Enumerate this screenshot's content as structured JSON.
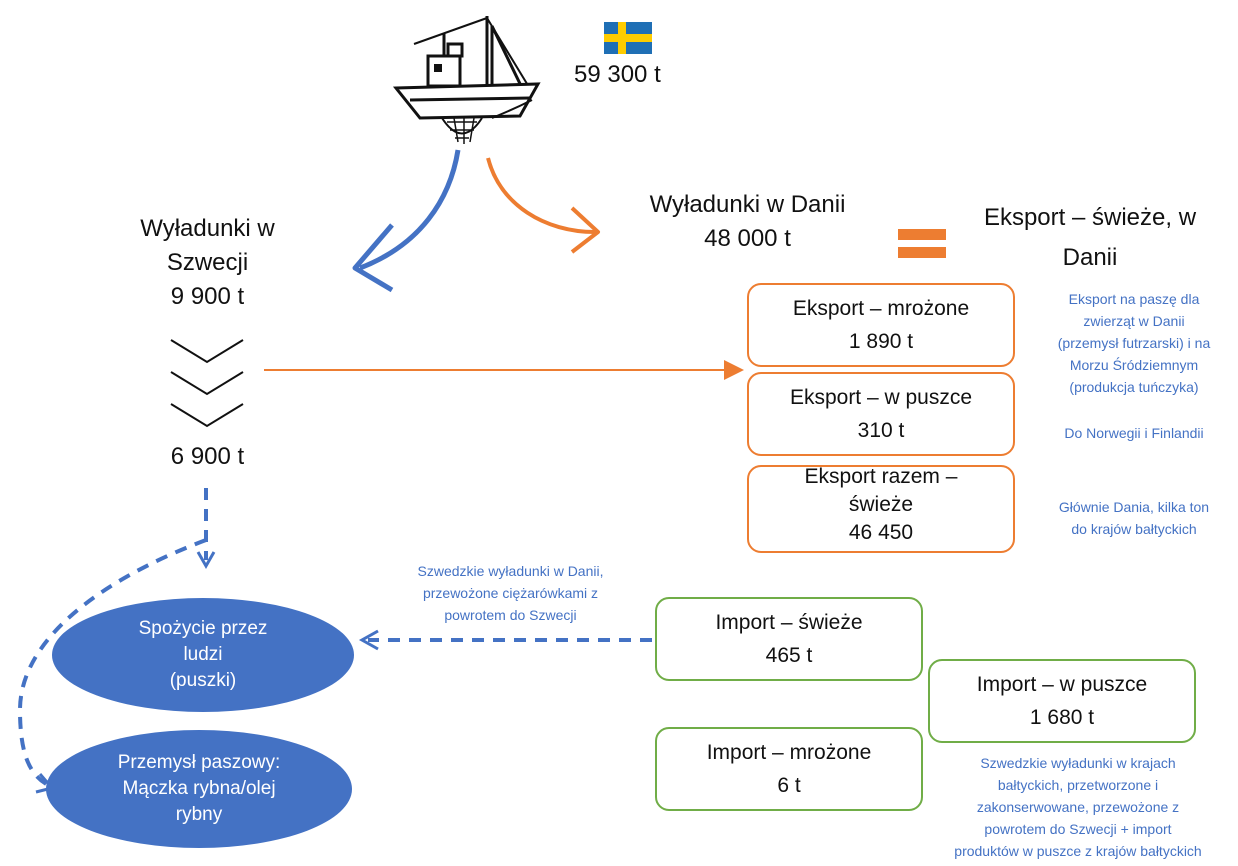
{
  "sweden": {
    "total": "59 300 t",
    "flag_colors": {
      "blue": "#1F6FB5",
      "yellow": "#FECC00"
    }
  },
  "landings_sweden": {
    "lines": [
      "Wyładunki w",
      "Szwecji",
      "9 900 t"
    ],
    "after": "6 900 t"
  },
  "landings_denmark": {
    "lines": [
      "Wyładunki w Danii",
      "48 000 t"
    ]
  },
  "export_fresh_denmark": {
    "lines": [
      "Eksport – świeże, w",
      "Danii"
    ]
  },
  "export_boxes": [
    {
      "lines": [
        "Eksport – mrożone",
        "1 890 t"
      ],
      "note": [
        "Eksport na paszę dla",
        "zwierząt w Danii",
        "(przemysł futrzarski) i na",
        "Morzu Śródziemnym",
        "(produkcja tuńczyka)"
      ]
    },
    {
      "lines": [
        "Eksport – w puszce",
        "310 t"
      ],
      "note": [
        "Do Norwegii i Finlandii"
      ]
    },
    {
      "lines": [
        "Eksport razem –",
        "świeże",
        "46 450"
      ],
      "note": [
        "Głównie Dania, kilka ton",
        "do krajów bałtyckich"
      ]
    }
  ],
  "import_boxes": [
    {
      "lines": [
        "Import – świeże",
        "465 t"
      ]
    },
    {
      "lines": [
        "Import – w puszce",
        "1 680 t"
      ]
    },
    {
      "lines": [
        "Import – mrożone",
        "6 t"
      ]
    }
  ],
  "truck_note": [
    "Szwedzkie wyładunki w Danii,",
    "przewożone ciężarówkami z",
    "powrotem do Szwecji"
  ],
  "baltic_note": [
    "Szwedzkie wyładunki w krajach",
    "bałtyckich, przetworzone i",
    "zakonserwowane, przewożone z",
    "powrotem do Szwecji + import",
    "produktów w puszce z krajów bałtyckich"
  ],
  "consumption": [
    "Spożycie przez",
    "ludzi",
    "(puszki)"
  ],
  "feed_industry": [
    "Przemysł paszowy:",
    "Mączka rybna/olej",
    "rybny"
  ],
  "colors": {
    "orange": "#ED7D31",
    "green": "#70AD47",
    "blue": "#4472C4",
    "dark_blue": "#2F5597"
  }
}
